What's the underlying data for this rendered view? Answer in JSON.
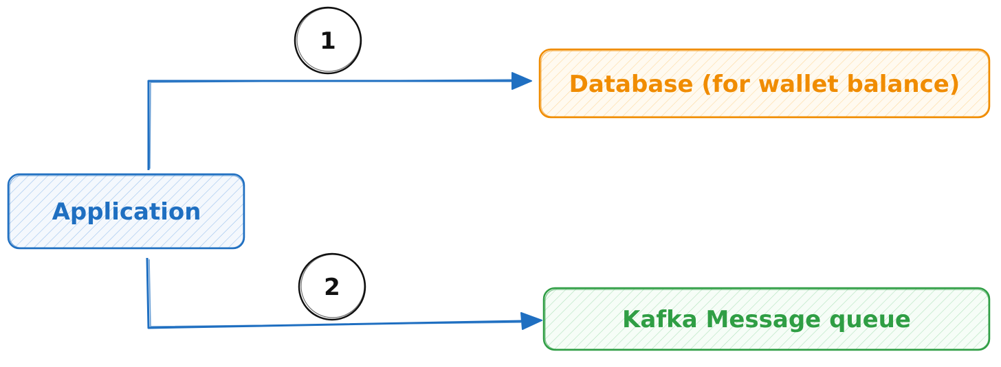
{
  "nodes": {
    "application": {
      "label": "Application",
      "color": "#1f6fc1",
      "fill": "#e9f1fb"
    },
    "database": {
      "label": "Database (for wallet balance)",
      "color": "#f08c00",
      "fill": "#fff6e0"
    },
    "kafka": {
      "label": "Kafka Message queue",
      "color": "#2f9e44",
      "fill": "#ebfbee"
    }
  },
  "steps": {
    "step1": "1",
    "step2": "2"
  },
  "edges": {
    "to_database": {
      "from": "application",
      "to": "database",
      "step": "1"
    },
    "to_kafka": {
      "from": "application",
      "to": "kafka",
      "step": "2"
    }
  },
  "style": {
    "line_color": "#1f6fc1",
    "step_color": "#111111"
  }
}
